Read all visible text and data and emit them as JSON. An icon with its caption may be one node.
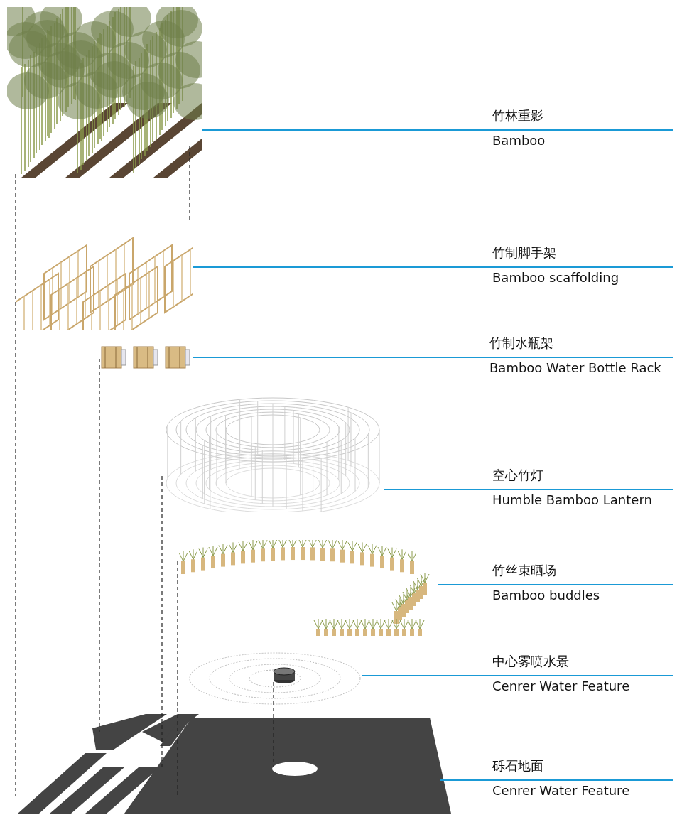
{
  "diagram": {
    "nodes": [
      {
        "text": [],
        "shape": "picture"
      },
      {
        "text": [
          "竹林重影",
          "Bamboo"
        ]
      },
      {
        "text": [],
        "shape": "picture"
      },
      {
        "text": [
          "竹制脚手架",
          "Bamboo scaffolding"
        ]
      },
      {
        "text": [],
        "shape": "picture"
      },
      {
        "text": [
          "竹制水瓶架",
          "Bamboo Water Bottle Rack"
        ]
      },
      {
        "text": [],
        "shape": "picture"
      },
      {
        "text": [
          "空心竹灯",
          "Humble Bamboo Lantern"
        ]
      },
      {
        "text": [],
        "shape": "picture"
      },
      {
        "text": [
          "竹丝束晒场",
          "Bamboo buddles"
        ]
      },
      {
        "text": [],
        "shape": "picture"
      },
      {
        "text": [
          "中心雾喷水景",
          "Cenrer Water Feature"
        ]
      },
      {
        "text": [],
        "shape": "picture"
      },
      {
        "text": [
          "砾石地面",
          "Cenrer Water Feature"
        ]
      }
    ],
    "edges": [
      {
        "from": 1,
        "to": 0,
        "arrow": "none"
      },
      {
        "from": 3,
        "to": 2,
        "arrow": "none"
      },
      {
        "from": 5,
        "to": 4,
        "arrow": "none"
      },
      {
        "from": 7,
        "to": 6,
        "arrow": "none"
      },
      {
        "from": 9,
        "to": 8,
        "arrow": "none"
      },
      {
        "from": 11,
        "to": 10,
        "arrow": "none"
      },
      {
        "from": 13,
        "to": 12,
        "arrow": "none"
      },
      {
        "from": 0,
        "to": 12,
        "arrow": "none",
        "style": "dashed",
        "color": "#222222"
      },
      {
        "from": 0,
        "to": 2,
        "arrow": "none",
        "style": "dashed",
        "color": "#222222"
      },
      {
        "from": 4,
        "to": 12,
        "arrow": "none",
        "style": "dashed",
        "color": "#222222"
      },
      {
        "from": 6,
        "to": 12,
        "arrow": "none",
        "style": "dashed",
        "color": "#222222"
      },
      {
        "from": 8,
        "to": 12,
        "arrow": "none",
        "style": "dashed",
        "color": "#222222"
      },
      {
        "from": 10,
        "to": 12,
        "arrow": "none",
        "style": "dashed",
        "color": "#222222"
      }
    ]
  }
}
